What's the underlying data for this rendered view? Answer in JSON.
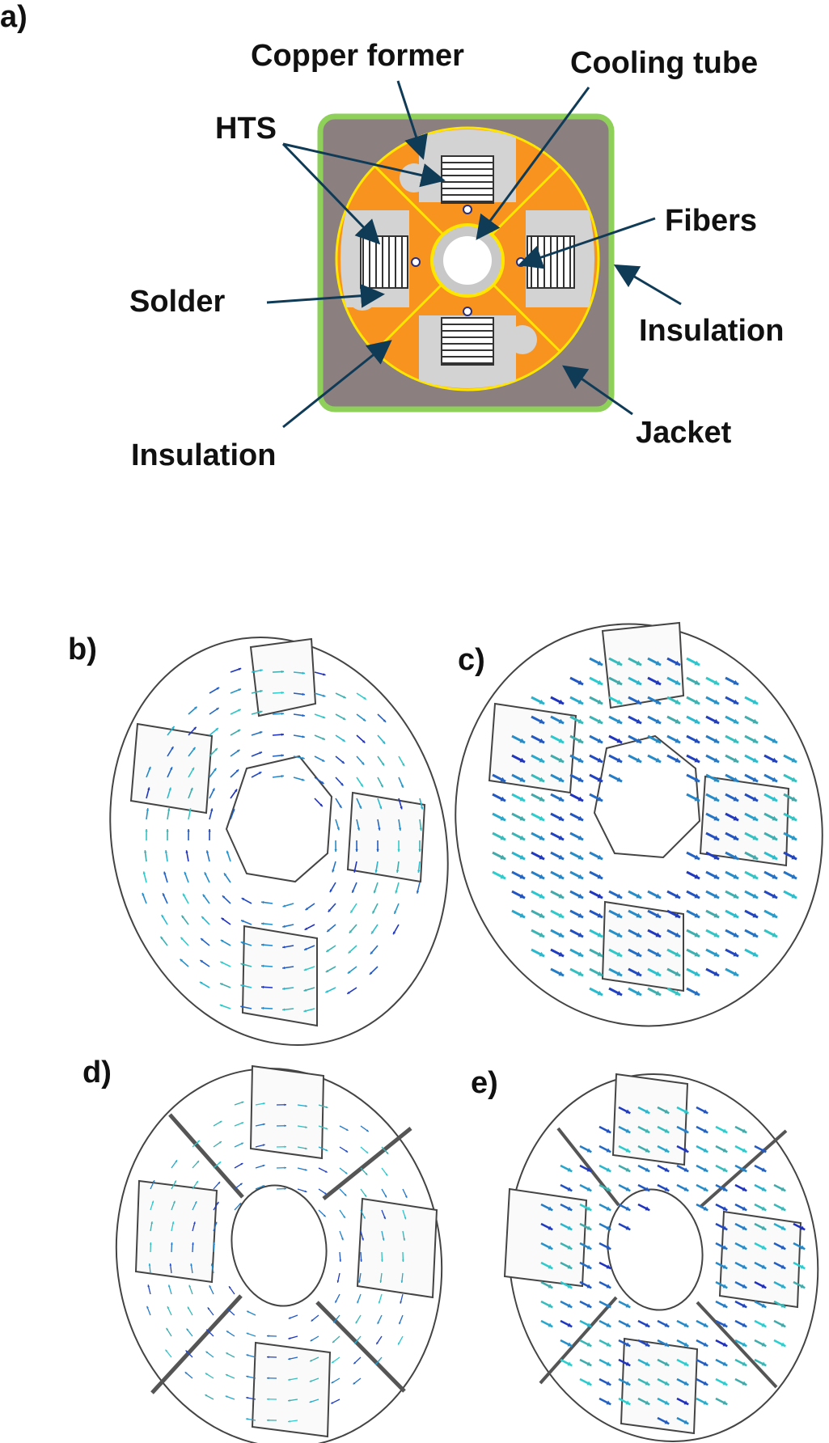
{
  "panels": {
    "a": "a)",
    "b": "b)",
    "c": "c)",
    "d": "d)",
    "e": "e)"
  },
  "labels": {
    "copper_former": "Copper former",
    "cooling_tube": "Cooling tube",
    "hts": "HTS",
    "fibers": "Fibers",
    "solder": "Solder",
    "insulation_right": "Insulation",
    "insulation_left": "Insulation",
    "jacket": "Jacket"
  },
  "colors": {
    "jacket": "#8c7f7f",
    "insulation_outer": "#8ed05a",
    "copper_former": "#f7931e",
    "insulation_inner": "#ffe600",
    "solder": "#d3d3d3",
    "arrow_line": "#0f3b57",
    "field_low": "#1f2fbf",
    "field_mid": "#2ad0d0",
    "field_high": "#a01010"
  },
  "icons": {
    "field_arrow": "field-vector-arrow-icon"
  }
}
